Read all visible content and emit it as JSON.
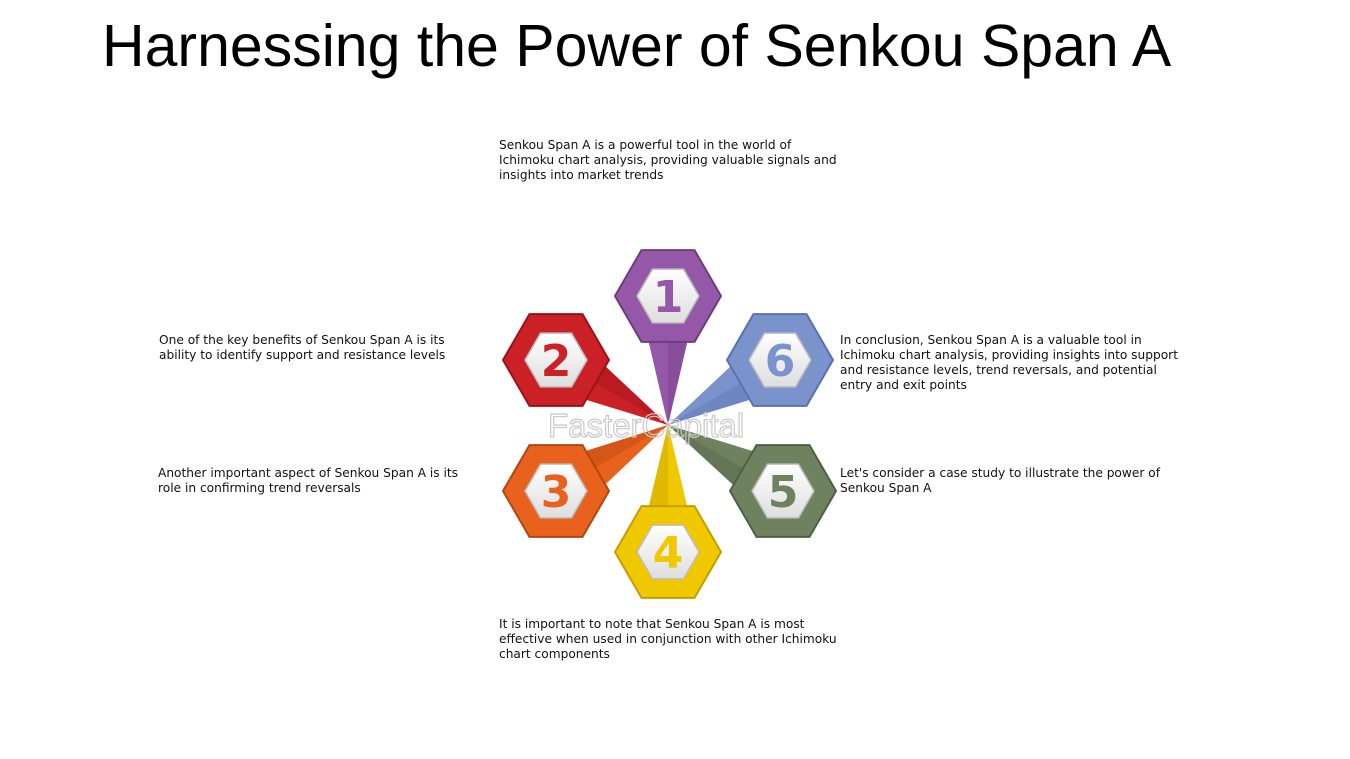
{
  "title": "Harnessing the Power of Senkou Span A",
  "watermark": "FasterCapital",
  "steps": [
    {
      "number": "1",
      "color": "#9558a8",
      "dark": "#6f3c80",
      "text": "Senkou Span A is a powerful tool in the world of Ichimoku chart analysis, providing valuable signals and insights into market trends"
    },
    {
      "number": "2",
      "color": "#cc2027",
      "dark": "#98141b",
      "text": "One of the key benefits of Senkou Span A is its ability to identify support and resistance levels"
    },
    {
      "number": "3",
      "color": "#e8621d",
      "dark": "#b2460f",
      "text": "Another important aspect of Senkou Span A is its role in confirming trend reversals"
    },
    {
      "number": "4",
      "color": "#f0c800",
      "dark": "#c49e00",
      "text": "It is important to note that Senkou Span A is most effective when used in conjunction with other Ichimoku chart components"
    },
    {
      "number": "5",
      "color": "#6e8260",
      "dark": "#4f5f44",
      "text": "Let's consider a case study to illustrate the power of Senkou Span A"
    },
    {
      "number": "6",
      "color": "#7b93cc",
      "dark": "#5a72ad",
      "text": "In conclusion, Senkou Span A is a valuable tool in Ichimoku chart analysis, providing insights into support and resistance levels, trend reversals, and potential entry and exit points"
    }
  ]
}
